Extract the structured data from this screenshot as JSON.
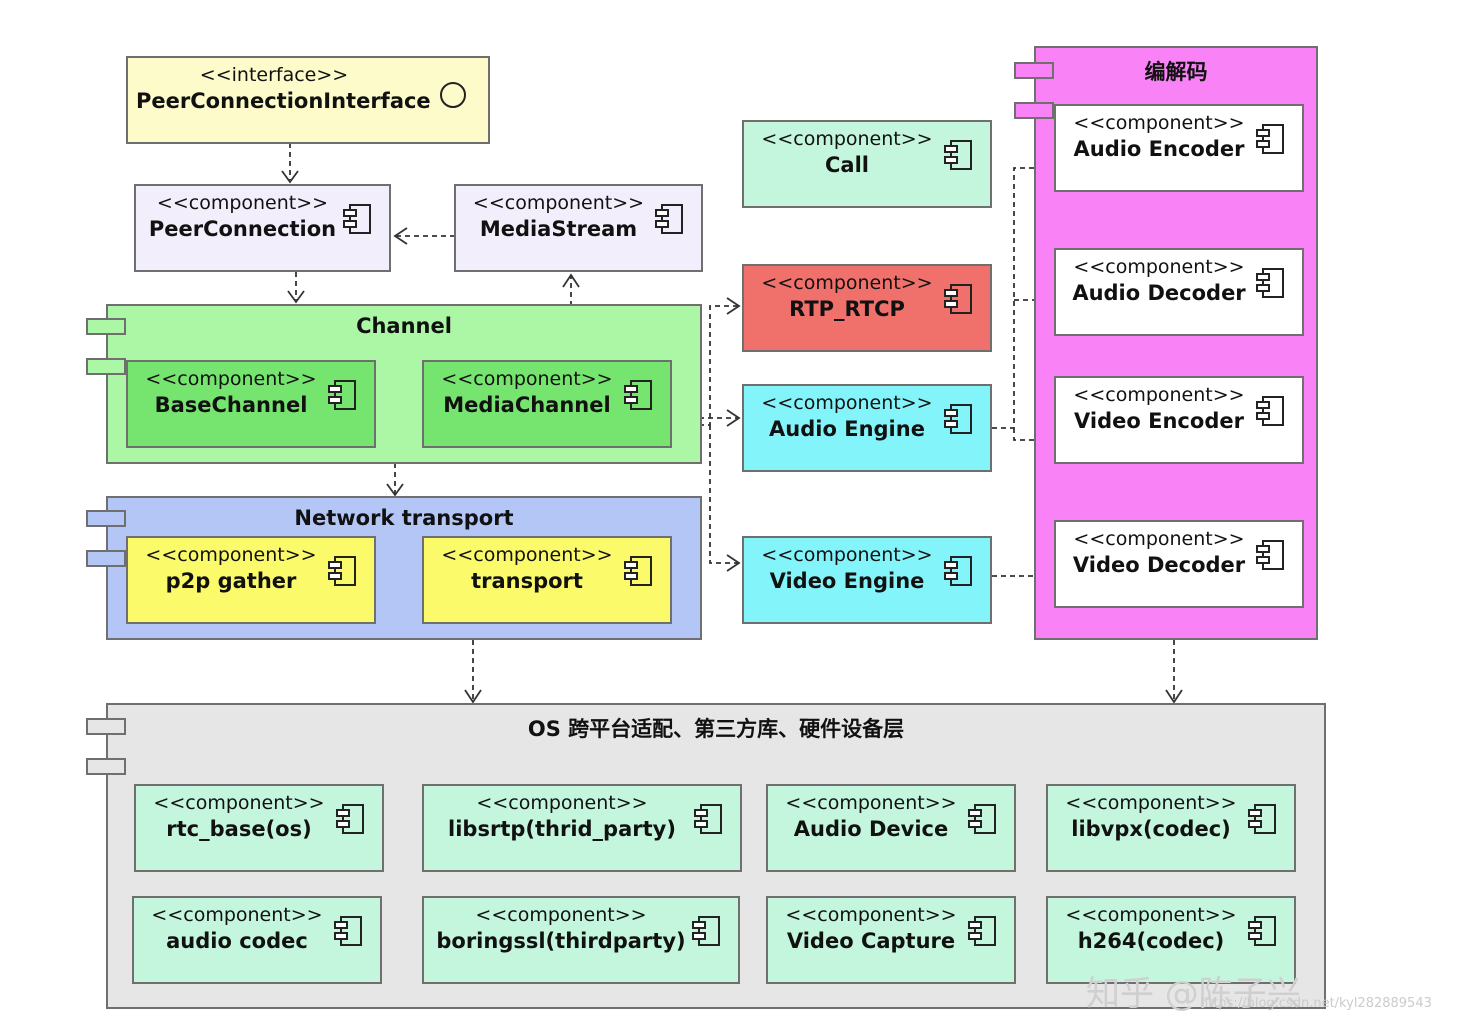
{
  "colors": {
    "border": "#6f6f6f",
    "interface": "#fcfbc9",
    "peer": "#f3eefc",
    "channel_pkg": "#abf7a6",
    "channel_comp": "#76e56f",
    "network_pkg": "#b4c6f5",
    "network_comp": "#fbfa6b",
    "call": "#c3f6dd",
    "rtp": "#f0716b",
    "engine": "#84f4fb",
    "codec_pkg": "#f982f7",
    "os_pkg": "#e6e6e6",
    "os_comp": "#c3f6dd"
  },
  "diagram": {
    "interface_box": {
      "stereotype": "<<interface>>",
      "name": "PeerConnectionInterface"
    },
    "packages": {
      "channel": {
        "title": "Channel"
      },
      "network": {
        "title": "Network transport"
      },
      "codec": {
        "title": "编解码"
      },
      "os": {
        "title": "OS 跨平台适配、第三方库、硬件设备层"
      }
    },
    "components": {
      "peer_connection": {
        "stereotype": "<<component>>",
        "name": "PeerConnection"
      },
      "media_stream": {
        "stereotype": "<<component>>",
        "name": "MediaStream"
      },
      "base_channel": {
        "stereotype": "<<component>>",
        "name": "BaseChannel"
      },
      "media_channel": {
        "stereotype": "<<component>>",
        "name": "MediaChannel"
      },
      "p2p_gather": {
        "stereotype": "<<component>>",
        "name": "p2p gather"
      },
      "transport": {
        "stereotype": "<<component>>",
        "name": "transport"
      },
      "call": {
        "stereotype": "<<component>>",
        "name": "Call"
      },
      "rtp_rtcp": {
        "stereotype": "<<component>>",
        "name": "RTP_RTCP"
      },
      "audio_engine": {
        "stereotype": "<<component>>",
        "name": "Audio Engine"
      },
      "video_engine": {
        "stereotype": "<<component>>",
        "name": "Video Engine"
      },
      "audio_encoder": {
        "stereotype": "<<component>>",
        "name": "Audio Encoder"
      },
      "audio_decoder": {
        "stereotype": "<<component>>",
        "name": "Audio Decoder"
      },
      "video_encoder": {
        "stereotype": "<<component>>",
        "name": "Video Encoder"
      },
      "video_decoder": {
        "stereotype": "<<component>>",
        "name": "Video Decoder"
      },
      "rtc_base": {
        "stereotype": "<<component>>",
        "name": "rtc_base(os)"
      },
      "libsrtp": {
        "stereotype": "<<component>>",
        "name": "libsrtp(thrid_party)"
      },
      "audio_device": {
        "stereotype": "<<component>>",
        "name": "Audio Device"
      },
      "libvpx": {
        "stereotype": "<<component>>",
        "name": "libvpx(codec)"
      },
      "audio_codec": {
        "stereotype": "<<component>>",
        "name": "audio codec"
      },
      "boringssl": {
        "stereotype": "<<component>>",
        "name": "boringssl(thirdparty)"
      },
      "video_capture": {
        "stereotype": "<<component>>",
        "name": "Video Capture"
      },
      "h264": {
        "stereotype": "<<component>>",
        "name": "h264(codec)"
      }
    }
  },
  "watermark": "知乎 @陈子兴",
  "credit": "https://blog.csdn.net/kyl282889543"
}
